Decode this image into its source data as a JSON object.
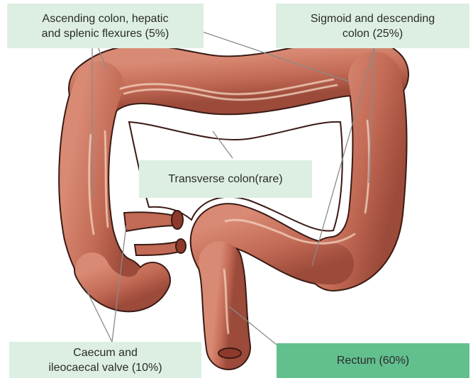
{
  "diagram": {
    "labels": {
      "ascending": {
        "line1": "Ascending colon, hepatic",
        "line2": "and splenic flexures (5%)"
      },
      "sigmoid": {
        "line1": "Sigmoid and descending",
        "line2": "colon (25%)"
      },
      "transverse": {
        "text": "Transverse colon(rare)"
      },
      "caecum": {
        "line1": "Caecum and",
        "line2": "ileocaecal valve (10%)"
      },
      "rectum": {
        "text": "Rectum (60%)"
      }
    },
    "colors": {
      "label_light": "#dcefe2",
      "label_dark": "#62c08f",
      "colon_fill": "#c9735e",
      "colon_outline": "#3a1a14",
      "highlight": "#f3d2bd",
      "leader_line": "#8a8a8a"
    }
  }
}
